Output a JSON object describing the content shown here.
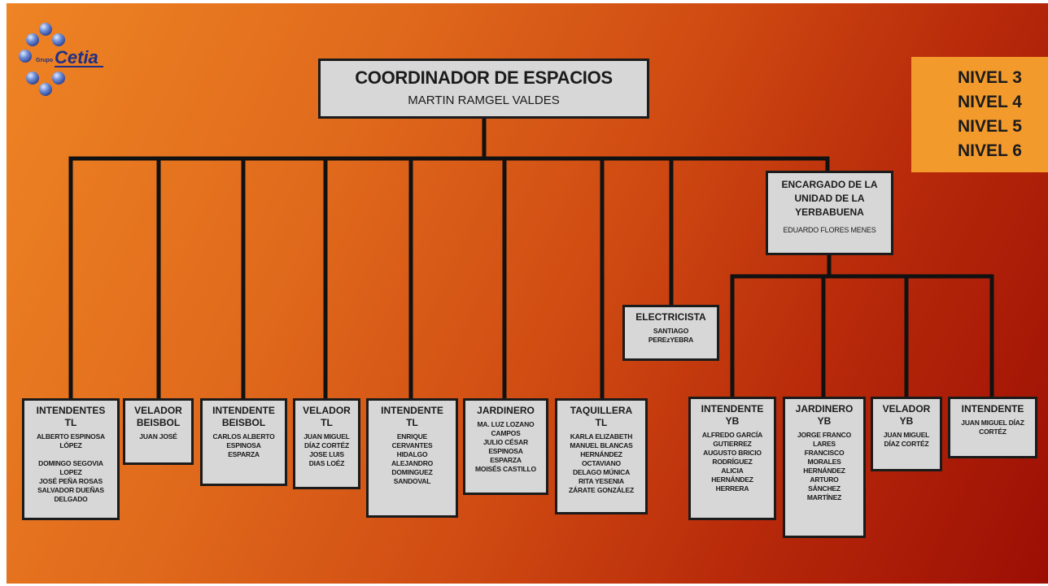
{
  "logo": {
    "small_text": "Grupo",
    "brand_text": "Cetia"
  },
  "levels": [
    "NIVEL 3",
    "NIVEL 4",
    "NIVEL 5",
    "NIVEL 6"
  ],
  "root": {
    "title": "COORDINADOR DE ESPACIOS",
    "name": "MARTIN RAMGEL VALDES"
  },
  "yerbabuena": {
    "title": "ENCARGADO DE LA\nUNIDAD DE LA\nYERBABUENA",
    "name": "EDUARDO FLORES MENES"
  },
  "electricista": {
    "title": "ELECTRICISTA",
    "name": "SANTIAGO\nPEREzYEBRA"
  },
  "level_boxes": [
    {
      "title": "INTENDENTES\nTL",
      "name": "ALBERTO ESPINOSA\nLÓPEZ\n\nDOMINGO SEGOVIA\nLOPEZ\nJOSÉ PEÑA  ROSAS\nSALVADOR DUEÑAS\nDELGADO"
    },
    {
      "title": "VELADOR\nBEISBOL",
      "name": "JUAN JOSÉ"
    },
    {
      "title": "INTENDENTE\nBEISBOL",
      "name": "CARLOS ALBERTO\nESPINOSA\nESPARZA"
    },
    {
      "title": "VELADOR\nTL",
      "name": "JUAN MIGUEL\nDÍAZ CORTÉZ\nJOSE LUIS\nDIAS LOÉZ"
    },
    {
      "title": "INTENDENTE\nTL",
      "name": "ENRIQUE\nCERVANTES\nHIDALGO\nALEJANDRO\nDOMINGUEZ\nSANDOVAL"
    },
    {
      "title": "JARDINERO",
      "name": "MA. LUZ LOZANO\nCAMPOS\nJULIO CÉSAR\nESPINOSA\nESPARZA\nMOISÉS  CASTILLO"
    },
    {
      "title": "TAQUILLERA\nTL",
      "name": "KARLA ELIZABETH\nMANUEL BLANCAS\nHERNÁNDEZ\nOCTAVIANO\nDELAGO MÚNICA\nRITA YESENIA\nZÁRATE GONZÁLEZ"
    }
  ],
  "yb_boxes": [
    {
      "title": "INTENDENTE\nYB",
      "name": "ALFREDO GARCÍA\nGUTIERREZ\nAUGUSTO BRICIO\nRODRÍGUEZ\nALICIA\nHERNÁNDEZ\nHERRERA"
    },
    {
      "title": "JARDINERO\nYB",
      "name": "JORGE FRANCO\nLARES\nFRANCISCO\nMORALES\nHERNÁNDEZ\nARTURO\nSÁNCHEZ\nMARTÍNEZ"
    },
    {
      "title": "VELADOR\nYB",
      "name": "JUAN MIGUEL\nDÍAZ CORTÉZ"
    },
    {
      "title": "INTENDENTE",
      "name": "JUAN MIGUEL DÍAZ\nCORTÉZ"
    }
  ]
}
